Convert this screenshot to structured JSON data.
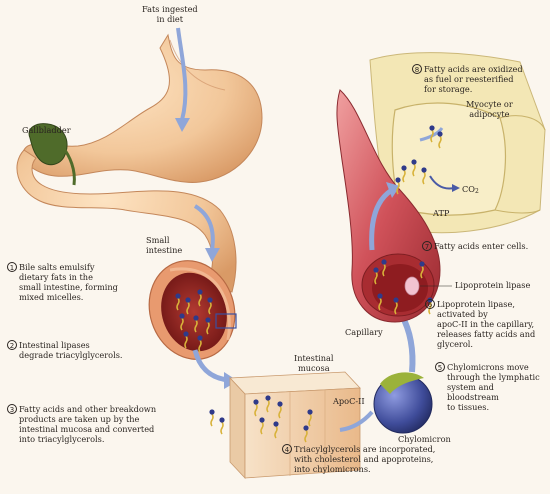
{
  "colors": {
    "stomach": "#f2c79a",
    "stomach_shade": "#d99a66",
    "intestine_wall": "#e89a6f",
    "lumen": "#8e1f1e",
    "gallbladder": "#4f6b2a",
    "capillary": "#c9444a",
    "chylomicron": "#3f4c9a",
    "arrow": "#8fa6d9",
    "cell": "#f3e7b5",
    "micelle_head": "#2f3a8a",
    "fatty_tail": "#d8b23a"
  },
  "labels": {
    "fats_ingested": "Fats ingested\nin diet",
    "gallbladder": "Gallbladder",
    "small_intestine": "Small\nintestine",
    "intestinal_mucosa": "Intestinal\nmucosa",
    "apoc2": "ApoC-II",
    "chylomicron": "Chylomicron",
    "capillary": "Capillary",
    "lipoprotein_lipase": "Lipoprotein lipase",
    "myocyte": "Myocyte or\nadipocyte",
    "co2_main": "CO",
    "co2_sub": "2",
    "atp": "ATP"
  },
  "steps": [
    {
      "num": "1",
      "text": "Bile salts emulsify\ndietary fats in the\nsmall intestine, forming\nmixed micelles."
    },
    {
      "num": "2",
      "text": "Intestinal lipases\ndegrade triacylglycerols."
    },
    {
      "num": "3",
      "text": "Fatty acids and other breakdown\nproducts are taken up by the\nintestinal mucosa and converted\ninto triacylglycerols."
    },
    {
      "num": "4",
      "text": "Triacylglycerols are incorporated,\nwith cholesterol and apoproteins,\ninto chylomicrons."
    },
    {
      "num": "5",
      "text": "Chylomicrons move\nthrough the lymphatic\nsystem and\nbloodstream\nto tissues."
    },
    {
      "num": "6",
      "text": "Lipoprotein lipase,\nactivated by\napoC-II in the capillary,\nreleases fatty acids and\nglycerol."
    },
    {
      "num": "7",
      "text": "Fatty acids enter cells."
    },
    {
      "num": "8",
      "text": "Fatty acids are oxidized\nas fuel or reesterified\nfor storage."
    }
  ]
}
